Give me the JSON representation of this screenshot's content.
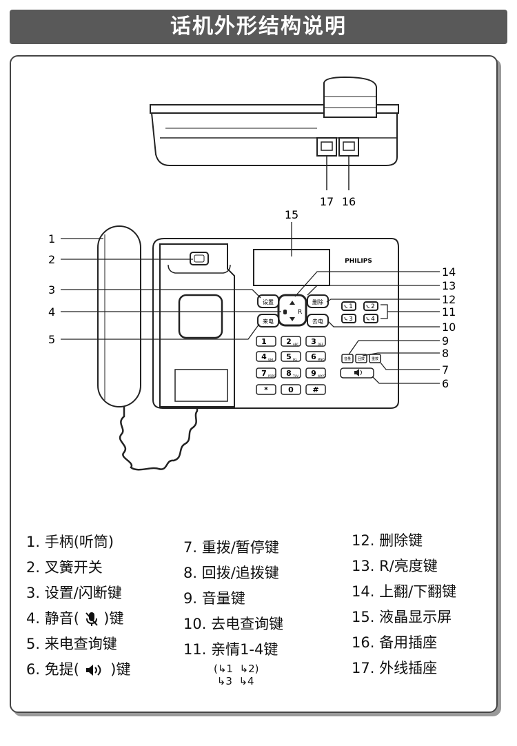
{
  "title": "话机外形结构说明",
  "brand": "PHILIPS",
  "callouts": [
    "1",
    "2",
    "3",
    "4",
    "5",
    "6",
    "7",
    "8",
    "9",
    "10",
    "11",
    "12",
    "13",
    "14",
    "15",
    "16",
    "17"
  ],
  "keys": {
    "setup": "设置",
    "delete": "删除",
    "incoming": "来电",
    "outgoing": "去电",
    "r": "R",
    "volume": "音量",
    "redial_back": "回拨",
    "redial": "重拨",
    "mem1": "1",
    "mem2": "2",
    "mem3": "3",
    "mem4": "4",
    "dial": [
      "1",
      "2",
      "3",
      "4",
      "5",
      "6",
      "7",
      "8",
      "9",
      "*",
      "0",
      "#"
    ],
    "dial_sub": [
      "",
      "ABC",
      "DEF",
      "GHI",
      "JKL",
      "MNO",
      "PQRS",
      "TUV",
      "WXYZ",
      "",
      "",
      ""
    ]
  },
  "legend": {
    "col1": [
      "1. 手柄(听筒)",
      "2. 叉簧开关",
      "3. 设置/闪断键",
      "4. 静音(",
      ")键",
      "5. 来电查询键",
      "6. 免提(",
      ")键"
    ],
    "col2": [
      "7. 重拨/暂停键",
      "8. 回拨/追拨键",
      "9. 音量键",
      "10. 去电查询键",
      "11. 亲情1-4键"
    ],
    "col3": [
      "12. 删除键",
      "13. R/亮度键",
      "14. 上翻/下翻键",
      "15. 液晶显示屏",
      "16. 备用插座",
      "17. 外线插座"
    ],
    "speed": [
      "1",
      "2",
      "3",
      "4"
    ]
  },
  "colors": {
    "title_bg": "#595959",
    "line": "#222222",
    "panel_shadow": "#9a9a9a"
  }
}
